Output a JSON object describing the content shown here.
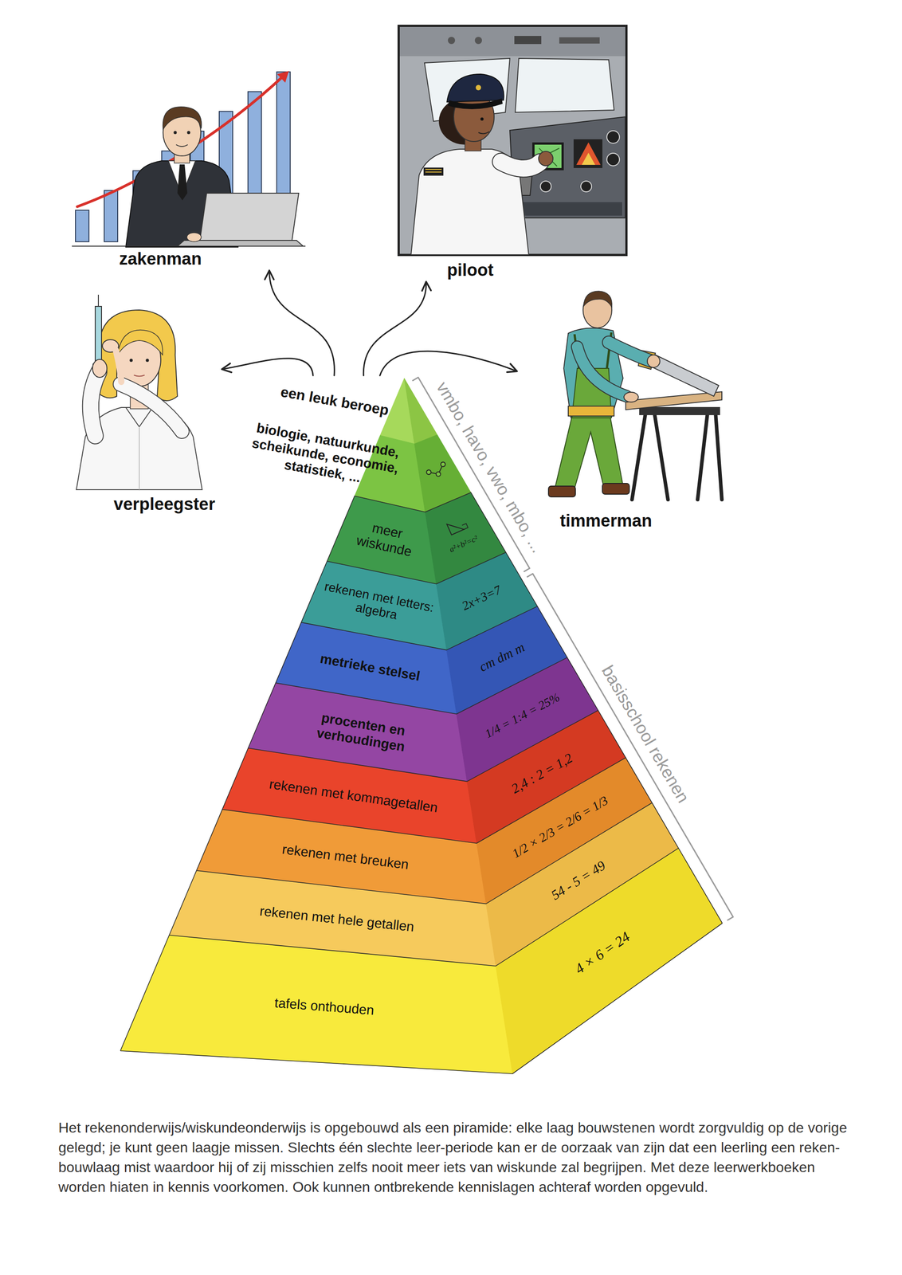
{
  "diagram": {
    "caption": "Het rekenonderwijs/wiskundeonderwijs is opgebouwd als een piramide: elke laag bouwstenen wordt zorgvuldig op de vorige gelegd; je kunt geen laagje missen. Slechts één slechte leer-periode kan er de oorzaak van zijn dat een leerling een reken-bouwlaag mist waardoor hij of zij misschien zelfs nooit meer iets van wiskunde zal begrijpen. Met deze leerwerkboeken worden hiaten in kennis voorkomen. Ook kunnen ontbrekende kennislagen achteraf worden opgevuld.",
    "nodes": [
      {
        "text": [
          "zakenman"
        ]
      },
      {
        "text": [
          "piloot"
        ]
      },
      {
        "text": [
          "verpleegster"
        ]
      },
      {
        "text": [
          "timmerman"
        ]
      },
      {
        "text": [
          "een leuk beroep"
        ]
      },
      {
        "text": [
          "biologie, natuurkunde, scheikunde, economie, statistiek, ..."
        ]
      },
      {
        "text": [
          "meer wiskunde",
          "a²+b²=c²"
        ]
      },
      {
        "text": [
          "rekenen met letters: algebra",
          "2x+3=7"
        ]
      },
      {
        "text": [
          "metrieke stelsel",
          "cm dm m"
        ]
      },
      {
        "text": [
          "procenten en verhoudingen",
          "1/4 = 1:4 = 25%"
        ]
      },
      {
        "text": [
          "rekenen met kommagetallen",
          "2,4 : 2 = 1,2"
        ]
      },
      {
        "text": [
          "rekenen met breuken",
          "1/2 × 2/3 = 2/6 = 1/3"
        ]
      },
      {
        "text": [
          "rekenen met hele getallen",
          "54 - 5 = 49"
        ]
      },
      {
        "text": [
          "tafels onthouden",
          "4 × 6 = 24"
        ]
      }
    ],
    "edges": [
      {
        "from": 4,
        "to": 0,
        "arrow": "to"
      },
      {
        "from": 4,
        "to": 1,
        "arrow": "to"
      },
      {
        "from": 4,
        "to": 2,
        "arrow": "to"
      },
      {
        "from": 4,
        "to": 3,
        "arrow": "to"
      }
    ],
    "labels": [
      "vmbo, havo, vwo, mbo, ...",
      "basisschool rekenen"
    ]
  }
}
